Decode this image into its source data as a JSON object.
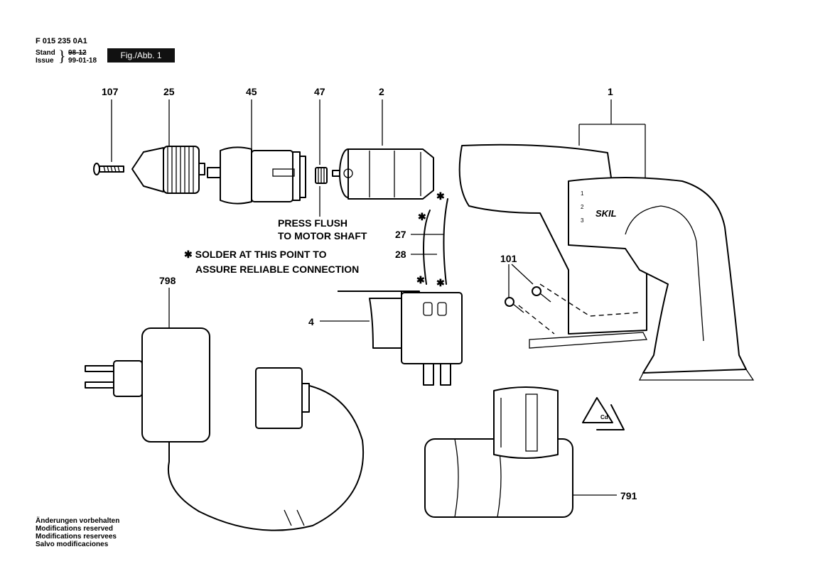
{
  "header": {
    "doc_id": "F 015 235 0A1",
    "stand_label": "Stand",
    "issue_label": "Issue",
    "stand_date": "98-12",
    "issue_date": "99-01-18",
    "fig_label": "Fig./Abb. 1"
  },
  "parts": {
    "p107": "107",
    "p25": "25",
    "p45": "45",
    "p47": "47",
    "p2": "2",
    "p1": "1",
    "p27": "27",
    "p28": "28",
    "p101": "101",
    "p798": "798",
    "p4": "4",
    "p791": "791"
  },
  "notes": {
    "press_flush_1": "PRESS FLUSH",
    "press_flush_2": "TO MOTOR SHAFT",
    "solder_1": "✱ SOLDER AT THIS POINT TO",
    "solder_2": "ASSURE RELIABLE CONNECTION",
    "star": "✱"
  },
  "housing": {
    "brand": "SKIL",
    "speed_1": "1",
    "speed_2": "2",
    "speed_3": "3"
  },
  "battery": {
    "recycle_code": "Cd"
  },
  "footer": {
    "line1": "Änderungen vorbehalten",
    "line2": "Modifications reserved",
    "line3": "Modifications reservees",
    "line4": "Salvo modificaciones"
  }
}
